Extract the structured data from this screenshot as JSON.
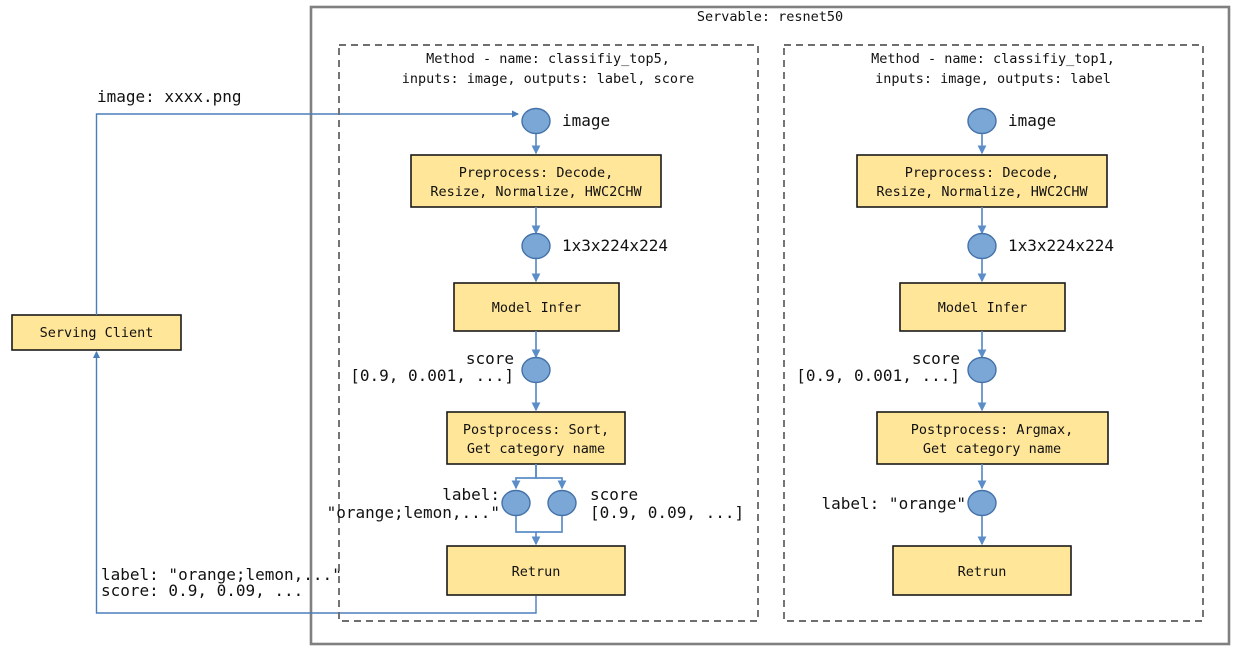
{
  "diagram": {
    "outer_frame_title": "Servable: resnet50",
    "client": {
      "box_label": "Serving Client",
      "request_label": "image: xxxx.png",
      "response_label_line1": "label: \"orange;lemon,...\"",
      "response_label_line2": "score: 0.9, 0.09, ..."
    },
    "colors": {
      "process_box_fill": "#FFE699",
      "process_box_stroke": "#1a1a1a",
      "data_node_fill": "#7BA7D7",
      "data_node_stroke": "#4472A8",
      "flow_line": "#5B8DC8",
      "client_line": "#4A7EBB",
      "outer_frame_stroke": "#808080",
      "method_frame_stroke": "#6e6e6e",
      "background": "#ffffff"
    },
    "methods": [
      {
        "id": "classifiy_top5",
        "title_line1": "Method - name: classifiy_top5,",
        "title_line2": "inputs: image, outputs: label, score",
        "input_node_label": "image",
        "preprocess_line1": "Preprocess: Decode,",
        "preprocess_line2": "Resize, Normalize, HWC2CHW",
        "tensor_node_label": "1x3x224x224",
        "infer_label": "Model Infer",
        "score_node_line1": "score",
        "score_node_line2": "[0.9, 0.001, ...]",
        "postprocess_line1": "Postprocess: Sort,",
        "postprocess_line2": "Get category name",
        "out_left_line1": "label:",
        "out_left_line2": "\"orange;lemon,...\"",
        "out_right_line1": "score",
        "out_right_line2": "[0.9, 0.09, ...]",
        "return_label": "Retrun"
      },
      {
        "id": "classifiy_top1",
        "title_line1": "Method - name: classifiy_top1,",
        "title_line2": "inputs: image, outputs: label",
        "input_node_label": "image",
        "preprocess_line1": "Preprocess: Decode,",
        "preprocess_line2": "Resize, Normalize, HWC2CHW",
        "tensor_node_label": "1x3x224x224",
        "infer_label": "Model Infer",
        "score_node_line1": "score",
        "score_node_line2": "[0.9, 0.001, ...]",
        "postprocess_line1": "Postprocess: Argmax,",
        "postprocess_line2": "Get category name",
        "out_label": "label: \"orange\"",
        "return_label": "Retrun"
      }
    ]
  }
}
